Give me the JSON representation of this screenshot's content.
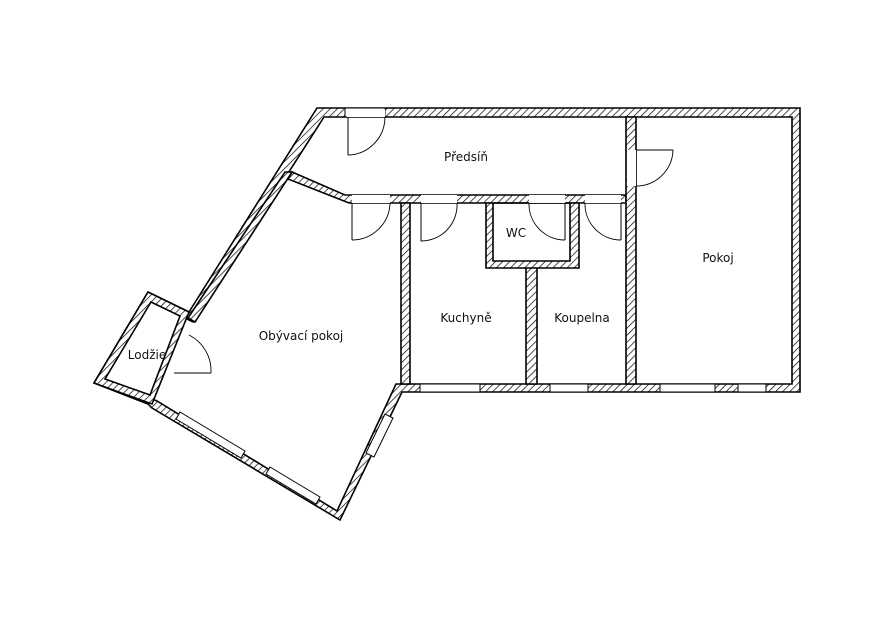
{
  "rooms": {
    "predsin": "Předsíň",
    "pokoj": "Pokoj",
    "wc": "WC",
    "kuchyne": "Kuchyně",
    "koupelna": "Koupelna",
    "obyvaci_pokoj": "Obývací pokoj",
    "lodzie": "Lodžie"
  },
  "colors": {
    "wall_outline": "#000000",
    "hatch": "#000000",
    "background": "#ffffff"
  }
}
